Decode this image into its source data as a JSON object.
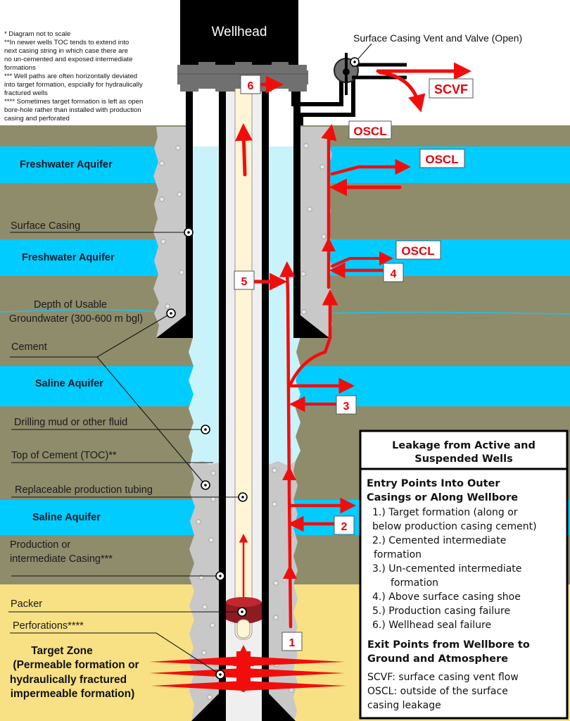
{
  "title": "Leakage from Active and Suspended Wells",
  "notes": [
    "* Diagram not to scale",
    "**In newer wells TOC tends to extend into",
    "next casing string in which case there are",
    "no un-cemented and exposed intermediate",
    "formations",
    "*** Well paths are often horizontally deviated",
    "into target formation, espcially for hydraulically",
    "fractured wells",
    "**** Sometimes target formation is left as open",
    "bore-hole rather than installed with production",
    "casing and perforated"
  ],
  "wellhead": {
    "label": "Wellhead"
  },
  "vent": {
    "label": "Surface Casing Vent and Valve (Open)"
  },
  "layers": {
    "freshwater_1": "Freshwater Aquifer",
    "freshwater_2": "Freshwater Aquifer",
    "saline_1": "Saline Aquifer",
    "saline_2": "Saline Aquifer"
  },
  "labels": {
    "surface_casing": "Surface Casing",
    "groundwater_1": "Depth of Usable",
    "groundwater_2": "Groundwater (300-600 m bgl)",
    "cement": "Cement",
    "drilling_mud": "Drilling mud or other fluid",
    "toc": "Top of Cement (TOC)**",
    "tubing": "Replaceable production tubing",
    "casing_1": "Production or",
    "casing_2": "intermediate Casing***",
    "packer": "Packer",
    "perforations": "Perforations****"
  },
  "target_zone": [
    "Target Zone",
    "(Permeable formation or",
    "hydraulically fractured",
    "impermeable formation)"
  ],
  "exit_tags": {
    "scvf": "SCVF",
    "oscl_1": "OSCL",
    "oscl_2": "OSCL",
    "oscl_3": "OSCL"
  },
  "entry_tags": [
    "1",
    "2",
    "3",
    "4",
    "5",
    "6"
  ],
  "legend": {
    "title_1": "Leakage from Active and",
    "title_2": "Suspended Wells",
    "entry_heading_1": "Entry Points Into Outer",
    "entry_heading_2": "Casings or Along Wellbore",
    "entry_lines": [
      "1.) Target formation (along or",
      "below production casing cement)",
      "2.) Cemented intermediate",
      " formation",
      "3.) Un-cemented intermediate",
      "   formation",
      "4.) Above surface casing shoe",
      "5.) Production casing failure",
      "6.) Wellhead seal failure"
    ],
    "exit_heading_1": "Exit Points from Wellbore to",
    "exit_heading_2": "Ground and Atmosphere",
    "exit_lines": [
      "SCVF: surface casing vent flow",
      "OSCL: outside of the surface",
      "casing leakage"
    ]
  },
  "colors": {
    "ground": "#8f8c6c",
    "aquifer": "#00ccff",
    "target": "#f8e184",
    "cement": "#c8c8c8",
    "mud": "#c9f3fb",
    "tubing": "#fff4d6",
    "flow": "#f20d0d",
    "packer": "#b3202a"
  }
}
